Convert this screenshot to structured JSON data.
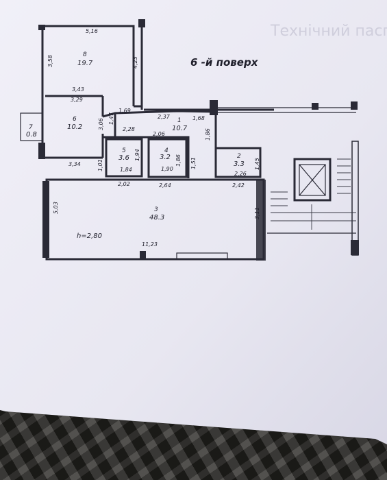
{
  "floor_title": "6 -й поверх",
  "height_label": "h=2,80",
  "faded_header": "Технічний паспорт",
  "rooms": [
    {
      "number": "1",
      "area": "10.7"
    },
    {
      "number": "2",
      "area": "3.3"
    },
    {
      "number": "3",
      "area": "48.3"
    },
    {
      "number": "4",
      "area": "3.2"
    },
    {
      "number": "5",
      "area": "3.6"
    },
    {
      "number": "6",
      "area": "10.2"
    },
    {
      "number": "7",
      "area": "0.8"
    },
    {
      "number": "8",
      "area": "19.7"
    }
  ],
  "dimensions": [
    "5,16",
    "3,58",
    "4,23",
    "3,43",
    "3,29",
    "3,06",
    "1,47",
    "1,69",
    "2,37",
    "1,68",
    "2,28",
    "2,06",
    "1,86",
    "1,94",
    "1,86",
    "1,51",
    "3,34",
    "1,01",
    "1,84",
    "1,90",
    "2,26",
    "1,45",
    "2,02",
    "2,64",
    "2,42",
    "5,03",
    "3,11",
    "11,23"
  ],
  "colors": {
    "paper": "#ecebf4",
    "ink": "#2a2a36",
    "background": "#3a3530"
  }
}
